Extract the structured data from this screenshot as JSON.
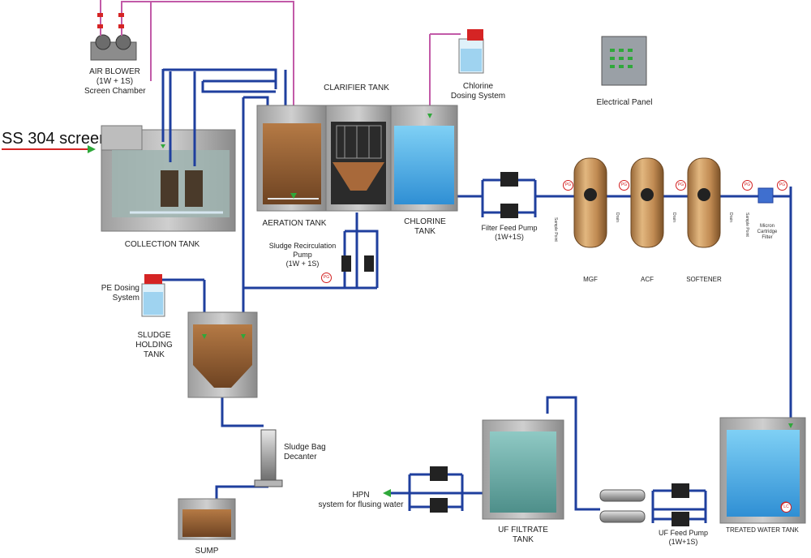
{
  "labels": {
    "ss_screen": "SS 304 screen",
    "air_blower": [
      "AIR BLOWER",
      "(1W + 1S)",
      "Screen Chamber"
    ],
    "collection_tank": "COLLECTION TANK",
    "clarifier_tank": "CLARIFIER TANK",
    "aeration_tank": "AERATION TANK",
    "chlorine_tank": [
      "CHLORINE",
      "TANK"
    ],
    "chlorine_dosing": [
      "Chlorine",
      "Dosing System"
    ],
    "electrical_panel": "Electrical Panel",
    "sludge_recirc": [
      "Sludge Recirculation",
      "Pump",
      "(1W + 1S)"
    ],
    "filter_feed_pump": [
      "Filter Feed Pump",
      "(1W+1S)"
    ],
    "mgf": "MGF",
    "acf": "ACF",
    "softener": "SOFTENER",
    "micron_filter": [
      "Micron",
      "Cartridge",
      "Filter"
    ],
    "pe_dosing": [
      "PE Dosing",
      "System"
    ],
    "sludge_holding": [
      "SLUDGE",
      "HOLDING",
      "TANK"
    ],
    "sludge_bag": [
      "Sludge Bag",
      "Decanter"
    ],
    "sump": "SUMP",
    "hpn": [
      "HPN",
      "system for flusing water"
    ],
    "uf_filtrate": [
      "UF FILTRATE",
      "TANK"
    ],
    "uf_feed_pump": [
      "UF Feed Pump",
      "(1W+1S)"
    ],
    "treated_water": "TREATED WATER TANK",
    "pg": "PG",
    "lc": "LC",
    "sample_point": "Sample Point",
    "drain": "Drain"
  },
  "colors": {
    "pipe_blue": "#1f3f9e",
    "pipe_pink": "#c25aa8",
    "valve_red": "#d52424",
    "arrow_green": "#2fa83a",
    "water_blue": "#4aa8e0",
    "sludge_brown": "#8b5a32",
    "vessel_bronze": "#c89a64"
  }
}
